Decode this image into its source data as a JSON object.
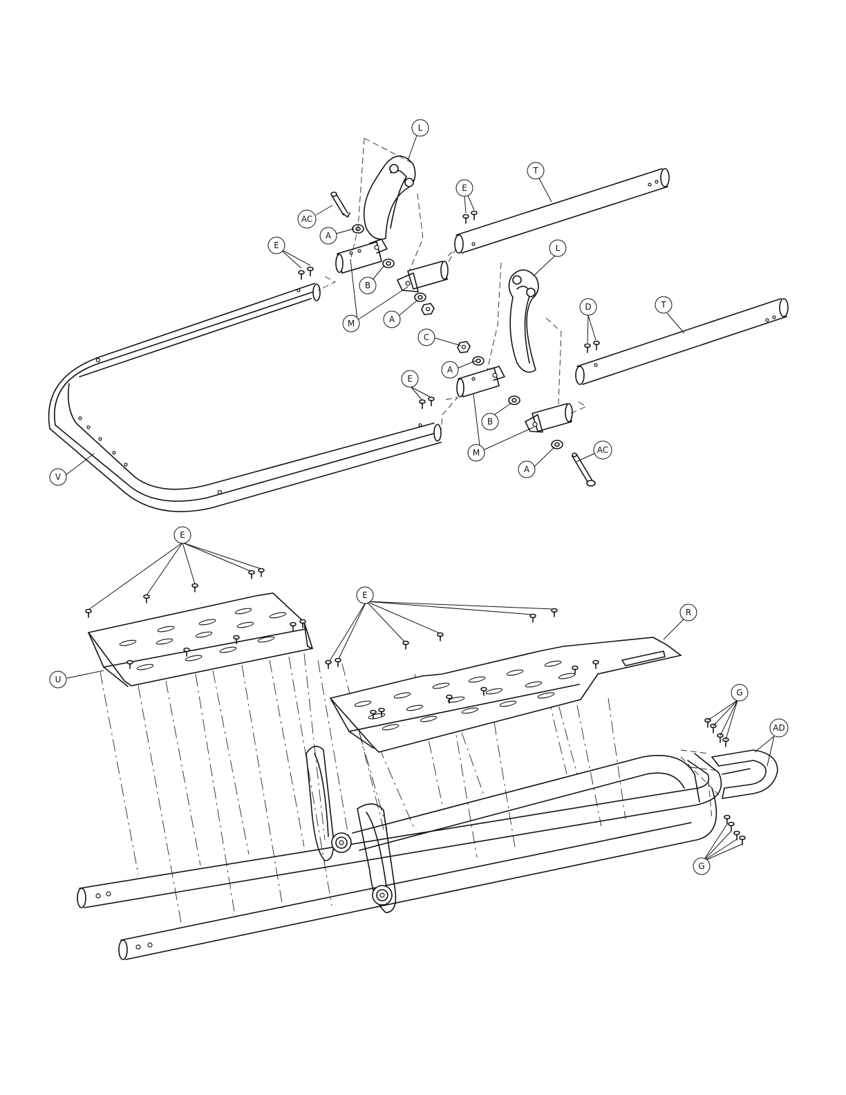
{
  "callouts": {
    "L_top": "L",
    "T_top": "T",
    "E_top_right": "E",
    "AC_top": "AC",
    "A_top": "A",
    "E_left": "E",
    "B_top": "B",
    "M_top": "M",
    "A_mid": "A",
    "L_mid": "L",
    "D_right": "D",
    "T_right": "T",
    "C_mid": "C",
    "A_lower": "A",
    "E_mid": "E",
    "B_lower": "B",
    "M_lower": "M",
    "AC_lower": "AC",
    "A_bottom": "A",
    "V_left": "V",
    "E_plate_left": "E",
    "E_plate_right": "E",
    "R_right": "R",
    "U_left": "U",
    "G_top": "G",
    "AD_right": "AD",
    "G_bottom": "G"
  }
}
